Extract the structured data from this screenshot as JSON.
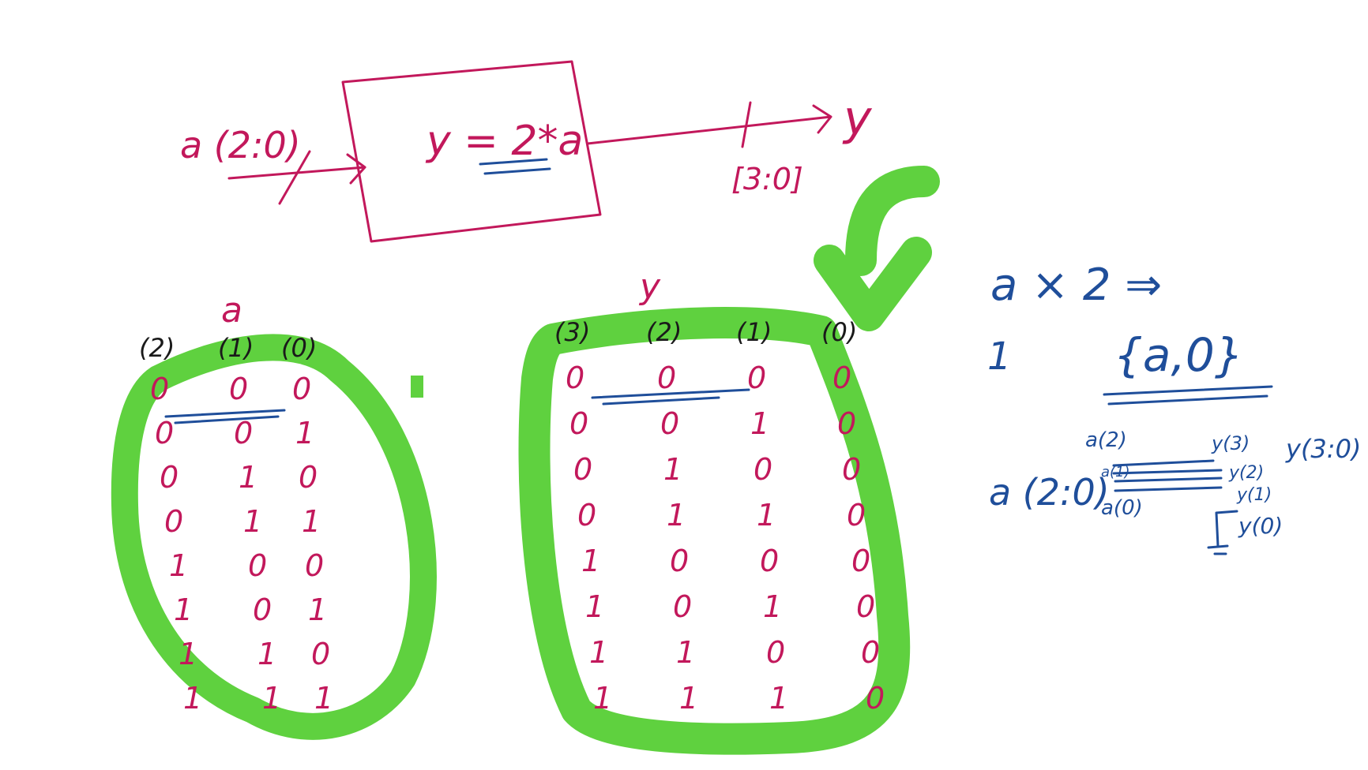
{
  "colors": {
    "pink": "#c2185b",
    "blue": "#1f4e9a",
    "green": "#5fd13f",
    "ink": "#1a1a1a"
  },
  "block": {
    "input_label": "a (2:0)",
    "equation": "y = 2*a",
    "output_label": "y",
    "output_width": "[3:0]"
  },
  "table_a": {
    "title": "a",
    "headers": [
      "(2)",
      "(1)",
      "(0)"
    ],
    "rows": [
      [
        "0",
        "0",
        "0"
      ],
      [
        "0",
        "0",
        "1"
      ],
      [
        "0",
        "1",
        "0"
      ],
      [
        "0",
        "1",
        "1"
      ],
      [
        "1",
        "0",
        "0"
      ],
      [
        "1",
        "0",
        "1"
      ],
      [
        "1",
        "1",
        "0"
      ],
      [
        "1",
        "1",
        "1"
      ]
    ]
  },
  "table_y": {
    "title": "y",
    "headers": [
      "(3)",
      "(2)",
      "(1)",
      "(0)"
    ],
    "rows": [
      [
        "0",
        "0",
        "0",
        "0"
      ],
      [
        "0",
        "0",
        "1",
        "0"
      ],
      [
        "0",
        "1",
        "0",
        "0"
      ],
      [
        "0",
        "1",
        "1",
        "0"
      ],
      [
        "1",
        "0",
        "0",
        "0"
      ],
      [
        "1",
        "0",
        "1",
        "0"
      ],
      [
        "1",
        "1",
        "0",
        "0"
      ],
      [
        "1",
        "1",
        "1",
        "0"
      ]
    ]
  },
  "notes": {
    "expr": "a × 2 ⇒",
    "one": "1",
    "concat": "{a,0}",
    "bus_in": "a (2:0)",
    "a2": "a(2)",
    "a1": "a(1)",
    "a0": "a(0)",
    "y3": "y(3)",
    "y2": "y(2)",
    "y1": "y(1)",
    "y0": "y(0)",
    "bus_out": "y(3:0)"
  }
}
